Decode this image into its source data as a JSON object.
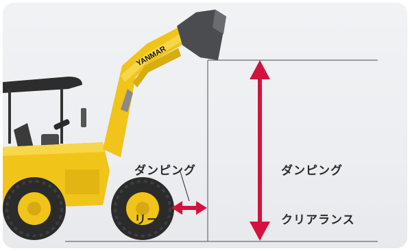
{
  "labels": {
    "reach_line1": "ダンピング",
    "reach_line2": "リーチ",
    "clearance_line1": "ダンピング",
    "clearance_line2": "クリアランス"
  },
  "brand_text": "YANMAR",
  "colors": {
    "arrow": "#d4123e",
    "machine_yellow": "#f0c419",
    "tire": "#2b2b2b",
    "line": "#6a6a6a"
  },
  "icons": [
    "wheel-loader-illustration",
    "double-arrow-vertical",
    "double-arrow-horizontal"
  ]
}
